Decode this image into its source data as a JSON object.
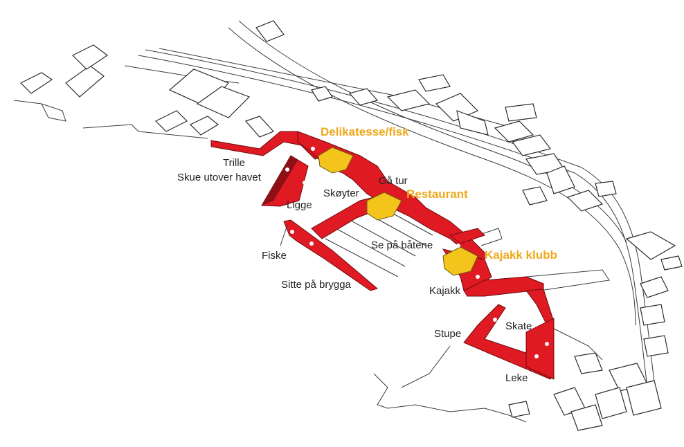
{
  "map": {
    "amenities": {
      "delikatesse": "Delikatesse/fisk",
      "restaurant": "Restaurant",
      "kajakk_klubb": "Kajakk klubb"
    },
    "activities": {
      "trille": "Trille",
      "skue": "Skue utover havet",
      "ligge": "Ligge",
      "skoyter": "Skøyter",
      "ga_tur": "Gå tur",
      "fiske": "Fiske",
      "sitte": "Sitte på brygga",
      "se_pa_batene": "Se på båtene",
      "kajakk": "Kajakk",
      "stupe": "Stupe",
      "skate": "Skate",
      "leke": "Leke"
    },
    "colors": {
      "promenade": "#e01a22",
      "amenity_building": "#f3c51c",
      "amenity_label": "#eea81a"
    }
  }
}
